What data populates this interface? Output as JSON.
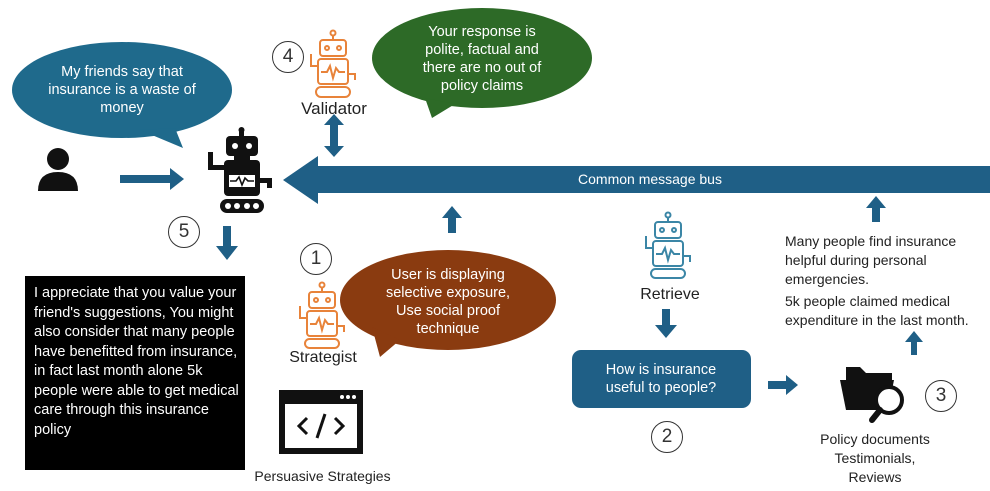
{
  "user_bubble": {
    "text": "My friends say that insurance is a waste of money",
    "color": "#1f6a8c"
  },
  "validator": {
    "number": "4",
    "label": "Validator"
  },
  "validator_bubble": {
    "text": "Your response is polite, factual and there are no out of policy claims",
    "color": "#2d6a27"
  },
  "bus": {
    "label": "Common message bus",
    "color": "#1f5f86"
  },
  "strategist": {
    "number": "1",
    "label": "Strategist"
  },
  "strategist_bubble": {
    "text": "User is displaying selective exposure, Use social proof technique",
    "color": "#8a3b10"
  },
  "persuasive": {
    "label": "Persuasive Strategies"
  },
  "response_box": {
    "number": "5",
    "text": "I appreciate that you value your friend's suggestions, You might also consider that many people have benefitted from insurance, in fact last month alone 5k people were able to get medical care through this insurance policy"
  },
  "retrieve": {
    "label": "Retrieve",
    "query": "How is insurance useful to people?",
    "number": "2"
  },
  "policy": {
    "number": "3",
    "label": "Policy documents\nTestimonials,\nReviews"
  },
  "retrieved_text": {
    "line1": "Many people find insurance helpful during personal emergencies.",
    "line2": "5k people claimed medical expenditure in the last month."
  },
  "icons": [
    "user-icon",
    "robot-icon",
    "code-icon",
    "folder-search-icon"
  ],
  "colors": {
    "robot_orange": "#e8833a",
    "robot_blue": "#3b86a6",
    "arrow": "#1f5f86"
  }
}
